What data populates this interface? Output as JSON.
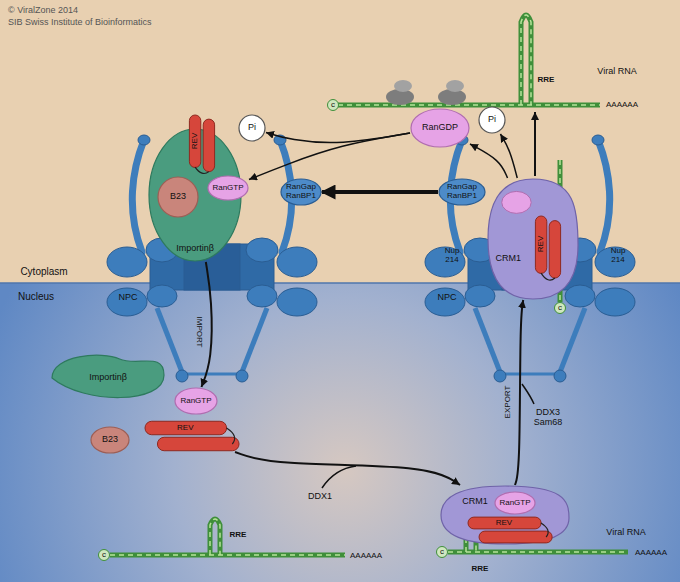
{
  "diagram": {
    "nodes": [
      {
        "text": [
          "Importinβ"
        ]
      },
      {
        "text": [
          "B23"
        ],
        "in": 0
      },
      {
        "text": [
          "RanGTP"
        ],
        "in": 0
      },
      {
        "text": [
          "REV"
        ],
        "in": 0
      },
      {
        "text": [
          "Pi"
        ]
      },
      {
        "text": [
          "RanGDP"
        ]
      },
      {
        "text": [
          "Pi"
        ]
      },
      {
        "text": [
          "RanGap RanBP1"
        ]
      },
      {
        "text": [
          "RanGap RanBP1"
        ]
      },
      {
        "text": [
          "CRM1"
        ]
      },
      {
        "text": [
          "REV"
        ],
        "in": 9
      },
      {
        "text": [
          "Importinβ"
        ]
      },
      {
        "text": [
          "B23"
        ]
      },
      {
        "text": [
          "RanGTP"
        ]
      },
      {
        "text": [
          "REV"
        ]
      },
      {
        "text": [
          "CRM1"
        ]
      },
      {
        "text": [
          "RanGTP"
        ],
        "in": 15
      },
      {
        "text": [
          "REV"
        ],
        "in": 15
      }
    ],
    "edges": [
      {
        "from": 8,
        "to": 7,
        "arrow": "to"
      },
      {
        "from": 9,
        "to": 6,
        "arrow": "to"
      },
      {
        "from": 9,
        "to": 5,
        "arrow": "to"
      },
      {
        "from": 5,
        "to": 2,
        "arrow": "to"
      },
      {
        "from": 5,
        "to": 4,
        "arrow": "to"
      },
      {
        "from": 0,
        "to": 13,
        "arrow": "to",
        "label": "IMPORT"
      },
      {
        "from": 14,
        "to": 15,
        "arrow": "to",
        "label": "DDX1"
      },
      {
        "from": 15,
        "to": 9,
        "arrow": "to",
        "label": "EXPORT"
      }
    ],
    "labels": [
      "© ViralZone 2014",
      "SIB Swiss Institute of Bioinformatics",
      "Viral RNA",
      "RRE",
      "AAAAAA",
      "c",
      "Cytoplasm",
      "Nucleus",
      "NPC",
      "NPC",
      "Nup 214",
      "Nup 214",
      "c",
      "DDX3 Sam68",
      "RRE",
      "AAAAAA",
      "c",
      "Viral RNA",
      "RRE",
      "AAAAAA",
      "c"
    ]
  }
}
